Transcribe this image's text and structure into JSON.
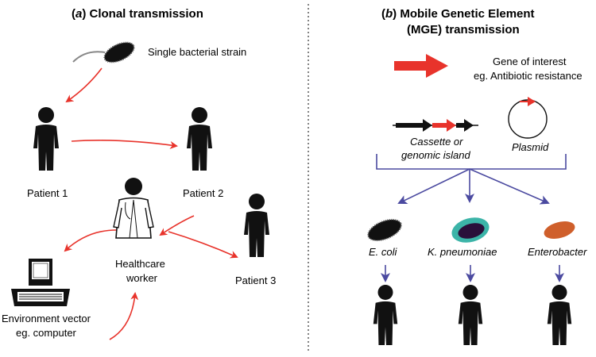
{
  "panel_a": {
    "title_prefix": "(",
    "title_letter": "a",
    "title_rest": ") Clonal transmission",
    "strain_label": "Single bacterial strain",
    "patient1": "Patient 1",
    "patient2": "Patient 2",
    "patient3": "Patient 3",
    "worker_line1": "Healthcare",
    "worker_line2": "worker",
    "env_line1": "Environment vector",
    "env_line2": "eg. computer"
  },
  "panel_b": {
    "title_prefix": "(",
    "title_letter": "b",
    "title_line1_rest": ") Mobile Genetic Element",
    "title_line2": "(MGE) transmission",
    "gene_line1": "Gene of interest",
    "gene_line2": "eg. Antibiotic resistance",
    "cassette_line1": "Cassette or",
    "cassette_line2": "genomic island",
    "plasmid_label": "Plasmid",
    "bacteria": [
      "E. coli",
      "K. pneumoniae",
      "Enterobacter"
    ]
  },
  "colors": {
    "arrow_red": "#e8332b",
    "branch_blue": "#4b4aa0",
    "silhouette": "#111111",
    "klebsiella_rim": "#3cb4a8",
    "klebsiella_body": "#2a0f3a",
    "enterobacter": "#cf5f2b"
  }
}
